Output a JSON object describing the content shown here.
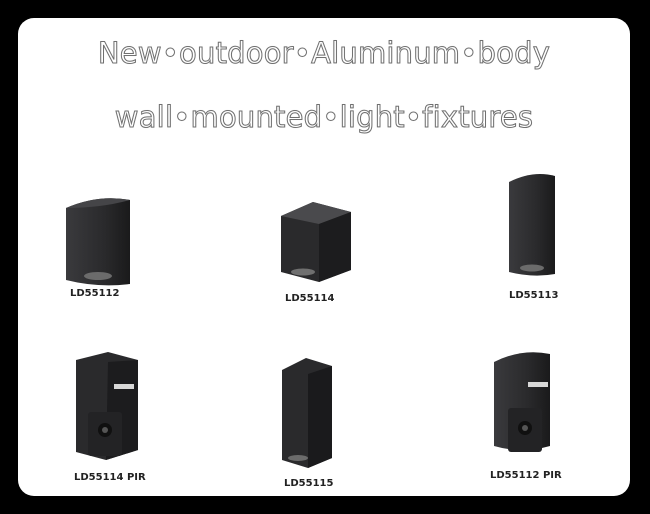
{
  "heading": {
    "line1": "New•outdoor•Aluminum•body",
    "line2": "wall•mounted•light•fixtures"
  },
  "products": [
    {
      "model": "LD55112"
    },
    {
      "model": "LD55114"
    },
    {
      "model": "LD55113"
    },
    {
      "model": "LD55114 PIR"
    },
    {
      "model": "LD55115"
    },
    {
      "model": "LD55112 PIR"
    }
  ],
  "colors": {
    "background": "#000000",
    "card": "#ffffff",
    "fixture_body": "#2c2c2e",
    "fixture_side": "#1e1e20"
  }
}
